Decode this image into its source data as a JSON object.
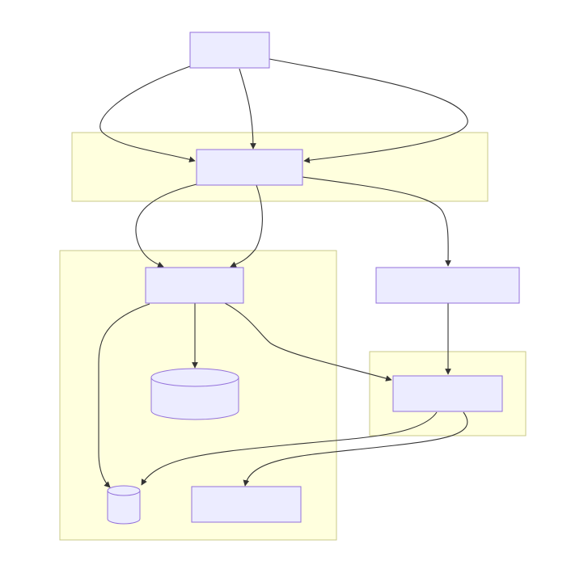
{
  "colors": {
    "background": "#ffffff",
    "cluster_fill": "#ffffde",
    "cluster_stroke": "#c9c98a",
    "node_fill": "#ececff",
    "node_stroke": "#9370db",
    "edge": "#333333"
  },
  "diagram": {
    "clusters": [
      {
        "id": "cluster-top",
        "label": ""
      },
      {
        "id": "cluster-left",
        "label": ""
      },
      {
        "id": "cluster-right",
        "label": ""
      }
    ],
    "nodes": [
      {
        "id": "node-a",
        "shape": "rect",
        "label": ""
      },
      {
        "id": "node-b",
        "shape": "rect",
        "label": ""
      },
      {
        "id": "node-c",
        "shape": "rect",
        "label": ""
      },
      {
        "id": "node-d",
        "shape": "rect",
        "label": ""
      },
      {
        "id": "node-e",
        "shape": "cylinder",
        "label": ""
      },
      {
        "id": "node-f",
        "shape": "rect",
        "label": ""
      },
      {
        "id": "node-g",
        "shape": "cylinder",
        "label": ""
      },
      {
        "id": "node-h",
        "shape": "rect",
        "label": ""
      }
    ],
    "edges": [
      {
        "from": "node-a",
        "to": "node-b"
      },
      {
        "from": "node-a",
        "to": "node-b"
      },
      {
        "from": "node-a",
        "to": "node-b"
      },
      {
        "from": "node-b",
        "to": "node-c"
      },
      {
        "from": "node-b",
        "to": "node-c"
      },
      {
        "from": "node-b",
        "to": "node-d"
      },
      {
        "from": "node-c",
        "to": "node-e"
      },
      {
        "from": "node-c",
        "to": "node-g"
      },
      {
        "from": "node-c",
        "to": "node-f"
      },
      {
        "from": "node-d",
        "to": "node-f"
      },
      {
        "from": "node-f",
        "to": "node-g"
      },
      {
        "from": "node-f",
        "to": "node-h"
      }
    ]
  }
}
